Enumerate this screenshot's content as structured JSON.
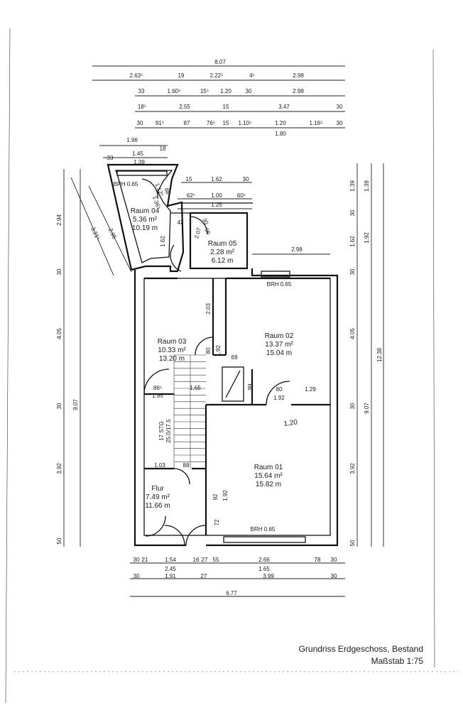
{
  "title_block": {
    "title": "Grundriss Erdgeschoss, Bestand",
    "scale": "Maßstab 1:75"
  },
  "rooms": [
    {
      "name": "Raum 04",
      "area": "5.36 m²",
      "perimeter": "10.19 m"
    },
    {
      "name": "Raum 05",
      "area": "2.28 m²",
      "perimeter": "6.12 m"
    },
    {
      "name": "Raum 03",
      "area": "10.33 m²",
      "perimeter": "13.20 m"
    },
    {
      "name": "Raum 02",
      "area": "13.37 m²",
      "perimeter": "15.04 m"
    },
    {
      "name": "Raum 01",
      "area": "15.64 m²",
      "perimeter": "15.82 m"
    },
    {
      "name": "Flur",
      "area": "7.49 m²",
      "perimeter": "11.66 m"
    }
  ],
  "labels": {
    "brh_window_1": "BRH 0.65",
    "brh_window_2": "BRH 0.65",
    "brh_window_3": "BRH 0.65",
    "stair": "17 STG",
    "stair_ratio": "25.0/17.5"
  },
  "annotations": {
    "handwritten_mark": "1,20"
  },
  "dimensions": {
    "top_row_1": [
      "8.07"
    ],
    "top_row_2": [
      "2.63⁵",
      "19",
      "2.22⁵",
      "4⁵",
      "2.98"
    ],
    "top_row_3": [
      "33",
      "1.60⁵",
      "15⁵",
      "1.20",
      "30",
      "2.98"
    ],
    "top_row_4": [
      "18⁵",
      "2.55",
      "15",
      "3.47",
      "30"
    ],
    "top_row_5": [
      "30",
      "91⁵",
      "87",
      "76⁵",
      "15",
      "1.10⁵",
      "1.20",
      "1.16⁵",
      "30"
    ],
    "top_row_5_sub": [
      "1.80"
    ],
    "wing_top": [
      "1.96",
      "33",
      "1.45",
      "18",
      "1.39"
    ],
    "raum05_top": [
      "15",
      "1.62",
      "30",
      "62⁵",
      "1.00",
      "60⁵",
      "1.25"
    ],
    "interior": [
      "42",
      "2.07",
      "30",
      "56",
      "1.62",
      "88",
      "1.36⁵",
      "1.12⁵",
      "2.98",
      "2.03",
      "80",
      "1.92",
      "69",
      "99",
      "80",
      "1.92",
      "1.29",
      "86⁵",
      "1.95",
      "1.65",
      "1.03",
      "88",
      "92",
      "1.92",
      "72"
    ],
    "left_outer": [
      "2.94",
      "30",
      "4.05",
      "30",
      "3.92",
      "50"
    ],
    "left_inner": [
      "9.07"
    ],
    "left_diagonal": [
      "3.21⁵",
      "2.95"
    ],
    "right_1": [
      "1.39",
      "30",
      "1.62",
      "30",
      "4.05",
      "30",
      "3.92",
      "50"
    ],
    "right_2": [
      "1.39",
      "1.92",
      "9.07"
    ],
    "right_3": [
      "12.38"
    ],
    "bottom_row_1": [
      "30",
      "21",
      "1.54",
      "16",
      "27",
      "55",
      "2.66",
      "78",
      "30"
    ],
    "bottom_row_1_sub": [
      "2.45",
      "1.65"
    ],
    "bottom_row_2": [
      "30",
      "1.91",
      "27",
      "3.99",
      "30"
    ],
    "bottom_row_3": [
      "6.77"
    ]
  }
}
